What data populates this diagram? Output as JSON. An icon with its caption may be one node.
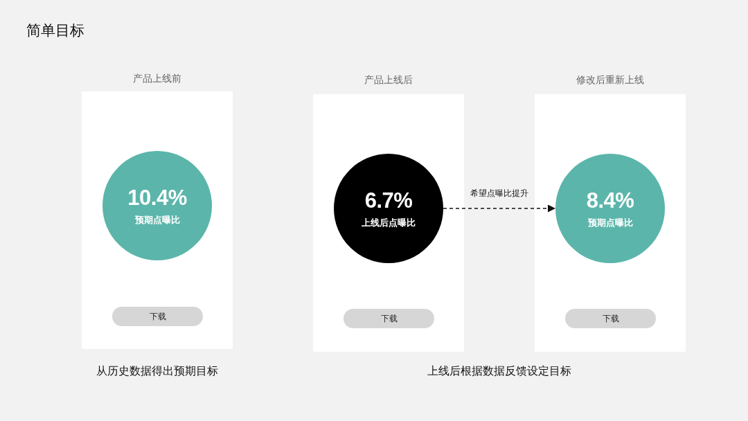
{
  "diagram": {
    "title": "简单目标",
    "nodes": [
      {
        "text": [
          "产品上线前"
        ]
      },
      {
        "text": [
          "10.4%",
          "预期点曝比"
        ],
        "in": 0
      },
      {
        "text": [
          "下载"
        ],
        "in": 0
      },
      {
        "text": [
          "产品上线后"
        ]
      },
      {
        "text": [
          "6.7%",
          "上线后点曝比"
        ],
        "in": 3
      },
      {
        "text": [
          "下载"
        ],
        "in": 3
      },
      {
        "text": [
          "修改后重新上线"
        ]
      },
      {
        "text": [
          "8.4%",
          "预期点曝比"
        ],
        "in": 6
      },
      {
        "text": [
          "下载"
        ],
        "in": 6
      }
    ],
    "edges": [
      {
        "from": 4,
        "to": 7,
        "arrow": "to",
        "label": "希望点曝比提升",
        "style": "dashed"
      }
    ],
    "labels": [
      "从历史数据得出预期目标",
      "上线后根据数据反馈设定目标"
    ]
  }
}
